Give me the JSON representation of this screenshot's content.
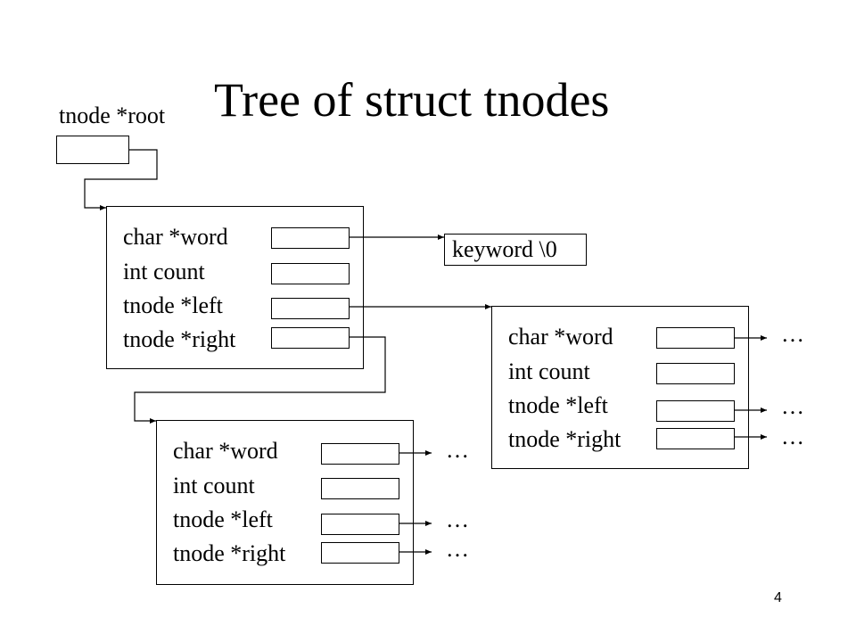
{
  "title": "Tree of struct tnodes",
  "root_label": "tnode *root",
  "node_fields": [
    "char *word",
    "int count",
    "tnode *left",
    "tnode *right"
  ],
  "keyword_label": "keyword \\0",
  "ellipsis": "…",
  "page_number": "4"
}
